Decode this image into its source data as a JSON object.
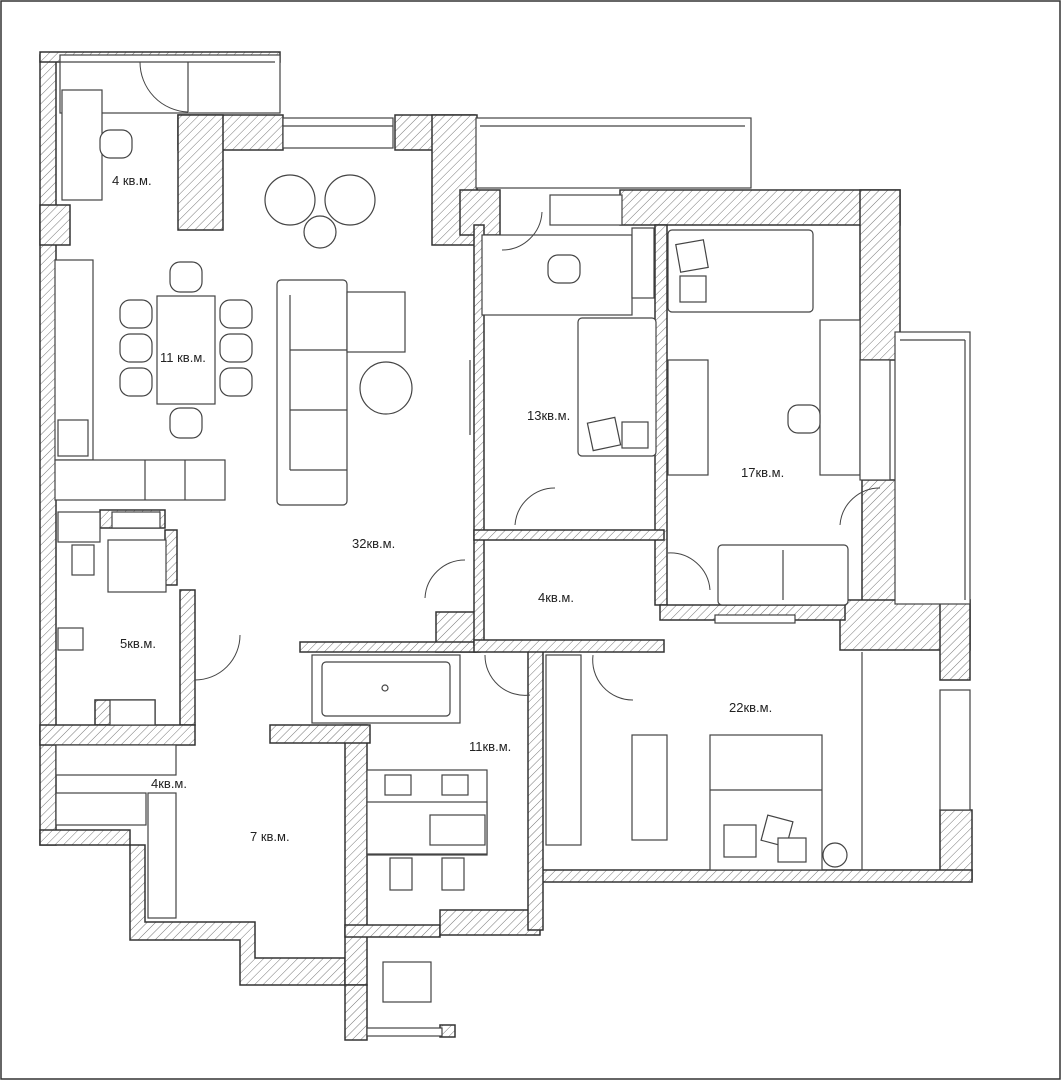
{
  "plan": {
    "background": "#ffffff",
    "wall_color": "#333333",
    "rooms": [
      {
        "id": "office-4",
        "label": "4 кв.м."
      },
      {
        "id": "dining-11",
        "label": "11 кв.м."
      },
      {
        "id": "living-32",
        "label": "32кв.м."
      },
      {
        "id": "room-13",
        "label": "13кв.м."
      },
      {
        "id": "room-17",
        "label": "17кв.м."
      },
      {
        "id": "hall-4",
        "label": "4кв.м."
      },
      {
        "id": "bath-5",
        "label": "5кв.м."
      },
      {
        "id": "bath-11",
        "label": "11кв.м."
      },
      {
        "id": "bedroom-22",
        "label": "22кв.м."
      },
      {
        "id": "closet-4",
        "label": "4кв.м."
      },
      {
        "id": "room-7",
        "label": "7 кв.м."
      }
    ]
  }
}
